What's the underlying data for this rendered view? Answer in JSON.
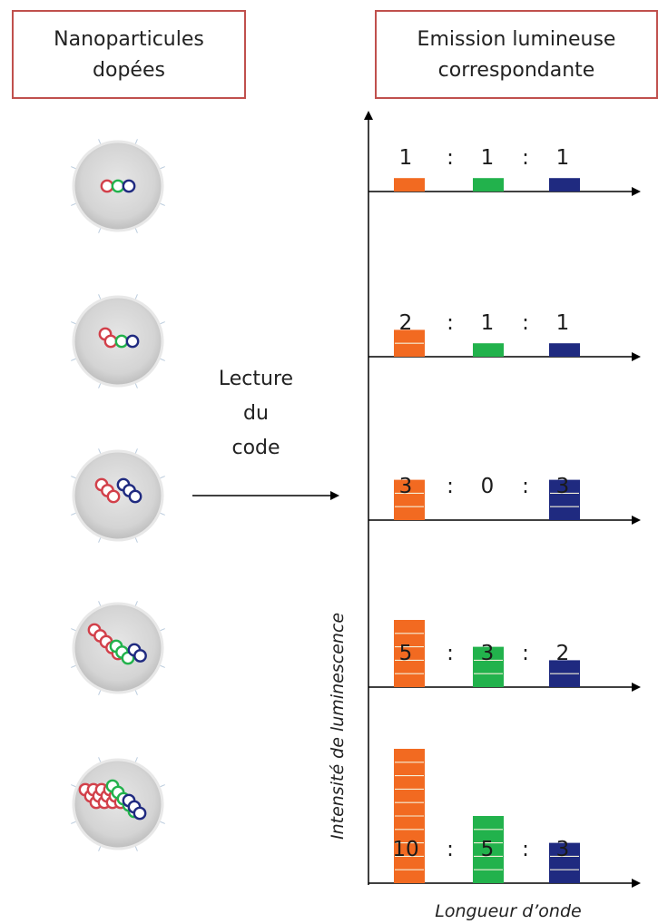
{
  "header": {
    "left_title_line1": "Nanoparticules",
    "left_title_line2": "dopées",
    "right_title_line1": "Emission lumineuse",
    "right_title_line2": "correspondante"
  },
  "arrow_label": {
    "line1": "Lecture",
    "line2": "du",
    "line3": "code"
  },
  "axes": {
    "ylabel": "Intensité de luminescence",
    "xlabel": "Longueur d’onde"
  },
  "colors": {
    "orange": "#f26a21",
    "green": "#22b24c",
    "blue": "#1f2a80",
    "red_dot": "#d2404a",
    "particle_fill": "#d9d9d9",
    "frame": "#c0504d"
  },
  "chart_data": {
    "type": "bar",
    "categories": [
      "orange",
      "green",
      "blue"
    ],
    "series": [
      {
        "values": [
          1,
          1,
          1
        ],
        "label": {
          "a": "1",
          "s1": ":",
          "b": "1",
          "s2": ":",
          "c": "1"
        }
      },
      {
        "values": [
          2,
          1,
          1
        ],
        "label": {
          "a": "2",
          "s1": ":",
          "b": "1",
          "s2": ":",
          "c": "1"
        }
      },
      {
        "values": [
          3,
          0,
          3
        ],
        "label": {
          "a": "3",
          "s1": ":",
          "b": "0",
          "s2": ":",
          "c": "3"
        }
      },
      {
        "values": [
          5,
          3,
          2
        ],
        "label": {
          "a": "5",
          "s1": ":",
          "b": "3",
          "s2": ":",
          "c": "2"
        }
      },
      {
        "values": [
          10,
          5,
          3
        ],
        "label": {
          "a": "10",
          "s1": ":",
          "b": "5",
          "s2": ":",
          "c": "3"
        }
      }
    ]
  }
}
